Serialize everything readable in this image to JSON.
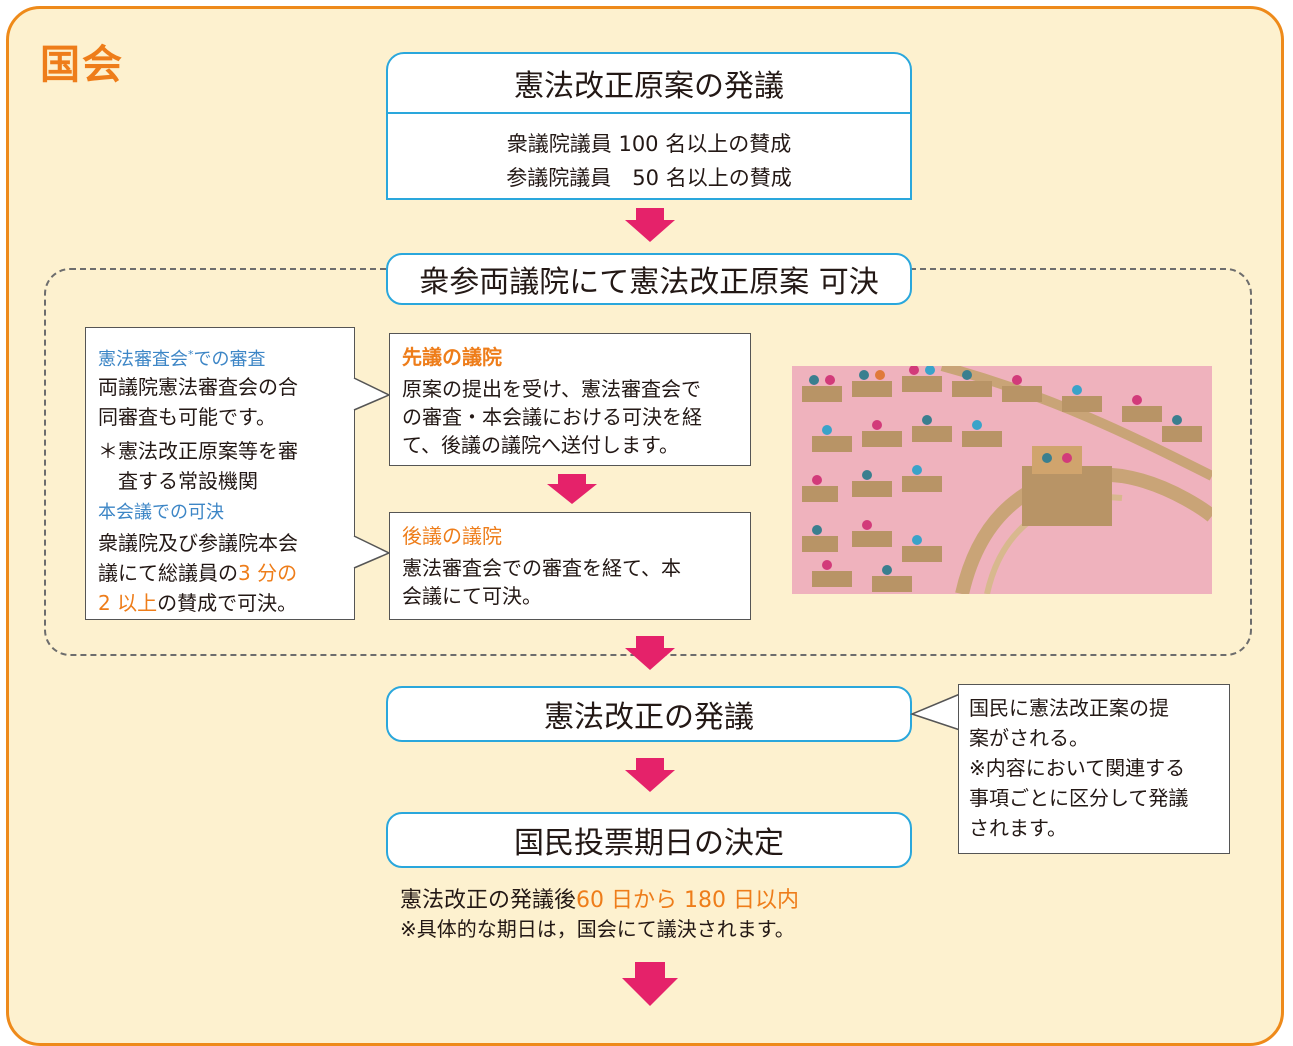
{
  "title": "国会",
  "initiation": {
    "heading": "憲法改正原案の発議",
    "line1": "衆議院議員 100 名以上の賛成",
    "line2": "参議院議員　50 名以上の賛成"
  },
  "both_houses": {
    "heading": "衆参両議院にて憲法改正原案 可決"
  },
  "left_note": {
    "h1": "憲法審査会",
    "h1_sup": "*",
    "h1_tail": "での審査",
    "p1a": "両議院憲法審査会の合",
    "p1b": "同審査も可能です。",
    "fn_a": "＊憲法改正原案等を審",
    "fn_b": "査する常設機関",
    "h2": "本会議での可決",
    "p2a": "衆議院及び参議院本会",
    "p2b_pre": "議にて総議員の",
    "p2b_hl": "3 分の",
    "p2c_hl": "2 以上",
    "p2c_post": "の賛成で可決。"
  },
  "first_house": {
    "heading": "先議の議院",
    "l1": "原案の提出を受け、憲法審査会で",
    "l2": "の審査・本会議における可決を経",
    "l3": "て、後議の議院へ送付します。"
  },
  "second_house": {
    "heading": "後議の議院",
    "l1": "憲法審査会での審査を経て、本",
    "l2": "会議にて可決。"
  },
  "proposal": {
    "heading": "憲法改正の発議"
  },
  "right_note": {
    "l1": "国民に憲法改正案の提",
    "l2": "案がされる。",
    "l3": "※内容において関連する",
    "l4": "事項ごとに区分して発議",
    "l5": "されます。"
  },
  "referendum_date": {
    "heading": "国民投票期日の決定",
    "l1_pre": "憲法改正の発議後",
    "l1_hl": "60 日から 180 日以内",
    "l2": "※具体的な期日は，国会にて議決されます。"
  },
  "colors": {
    "orange": "#ee7d1a",
    "blue": "#2aa7dc",
    "arrow": "#e5226a",
    "frame_bg": "#fdf1cf",
    "illustration_bg": "#efb2bd"
  }
}
